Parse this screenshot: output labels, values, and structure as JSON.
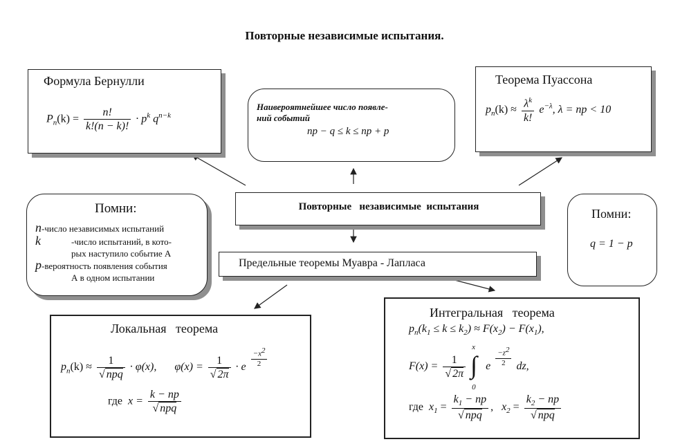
{
  "title": "Повторные независимые испытания.",
  "center": {
    "label": "Повторные   независимые  испытания"
  },
  "bernoulli": {
    "heading": "Формула Бернулли",
    "lhs": "P",
    "sub_n": "n",
    "arg": "(k) =",
    "num": "n!",
    "den": "k!(n − k)!",
    "tail": "· p",
    "pk": "k",
    "q": " q",
    "exp": "n−k"
  },
  "most_probable": {
    "label_line1": "Наивероятнейшее число    появле-",
    "label_line2": "ний событий",
    "formula": "np − q ≤ k ≤ np + p"
  },
  "poisson": {
    "heading": "Теорема  Пуассона",
    "lhs": "p",
    "sub_n": "n",
    "arg": "(k) ≈",
    "num": "λ",
    "num_sup": "k",
    "den": "k!",
    "tail": "e",
    "tail_sup": "−λ",
    "cond": ",    λ = np < 10"
  },
  "remember_left": {
    "heading": "Помни:",
    "n_sym": "n",
    "n_text": "-число независимых испытаний",
    "k_sym": "k",
    "k_text": "-число испытаний, в кото-",
    "k_text2": "рых наступило событие  А",
    "p_sym": "p",
    "p_text": "-вероятность появления события",
    "p_text2": "А  в одном испытании"
  },
  "remember_right": {
    "heading": "Помни:",
    "formula": "q = 1 − p"
  },
  "limit": {
    "label": "Предельные теоремы Муавра - Лапласа"
  },
  "local": {
    "heading": "Локальная   теорема",
    "lhs": "p",
    "sub_n": "n",
    "arg": "(k) ≈",
    "num": "1",
    "den": "npq",
    "mid": "· φ(x),",
    "phi": "φ(x) =",
    "num2": "1",
    "den2": "2π",
    "e": "· e",
    "exp_num": "x",
    "exp_num_sup": "2",
    "exp_den": "2",
    "where": "где",
    "x_eq": "x =",
    "x_num": "k − np",
    "x_den": "npq"
  },
  "integral": {
    "heading": "Интегральная   теорема",
    "line1_lhs": "p",
    "line1_sub": "n",
    "line1_arg": "(k",
    "k1": "1",
    "mid": " ≤ k ≤ k",
    "k2": "2",
    "rest": ") ≈ F(x",
    "x2": "2",
    "rest2": ") − F(x",
    "x1": "1",
    "rest3": "),",
    "F": "F(x) =",
    "num": "1",
    "den": "2π",
    "upper": "x",
    "lower": "0",
    "integrand": "e",
    "exp_num": "z",
    "exp_num_sup": "2",
    "exp_den": "2",
    "dz": "dz,",
    "where": "где",
    "x1_lhs": "x",
    "x1_sub": "1",
    "eq": " =",
    "x1_num": "k",
    "x1_num_sub": "1",
    "x1_num_rest": " − np",
    "x1_den": "npq",
    "sep": ",",
    "x2_lhs": "x",
    "x2_sub": "2",
    "x2_num": "k",
    "x2_num_sub": "2",
    "x2_num_rest": " − np",
    "x2_den": "npq"
  }
}
